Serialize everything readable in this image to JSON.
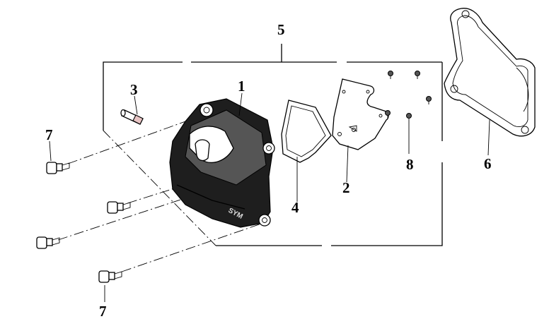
{
  "diagram": {
    "callouts": {
      "c1": "1",
      "c2": "2",
      "c3": "3",
      "c4": "4",
      "c5": "5",
      "c6": "6",
      "c7_top": "7",
      "c7_bottom": "7",
      "c8": "8"
    },
    "cover_logo": "SYM"
  }
}
